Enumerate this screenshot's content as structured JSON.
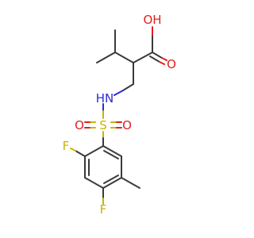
{
  "molecule": {
    "atoms": {
      "oh": "OH",
      "o_carbonyl": "O",
      "nh": "HN",
      "s": "S",
      "o_left": "O",
      "o_right": "O",
      "f_top": "F",
      "f_bottom": "F"
    },
    "colors": {
      "bond": "#3a3a3a",
      "oxygen": "#e02020",
      "nitrogen": "#2b2bd6",
      "sulfur": "#c8b400",
      "fluorine": "#c8b400"
    }
  }
}
